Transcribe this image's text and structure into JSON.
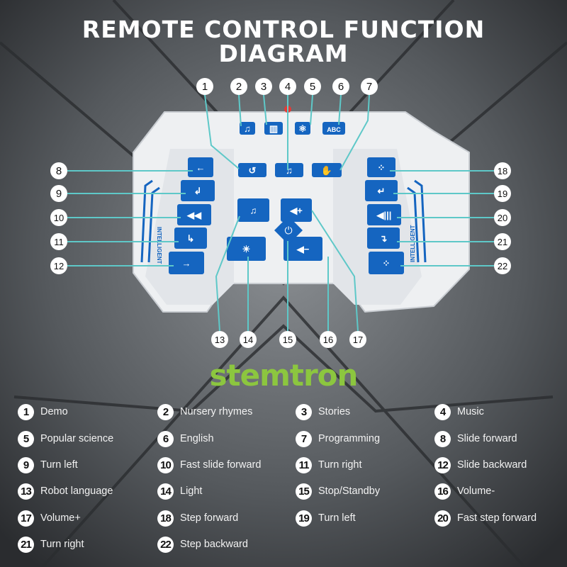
{
  "title": {
    "line1": "REMOTE CONTROL FUNCTION",
    "line2": "DIAGRAM"
  },
  "logo": "stemtron",
  "colors": {
    "button": "#1565c0",
    "callout": "#5ec8c8",
    "logo": "#8cc63f",
    "body": "#f2f3f5"
  },
  "remote": {
    "intelligent_label": "INTELLIGENT",
    "abc_label": "ABC"
  },
  "callouts": [
    "1",
    "2",
    "3",
    "4",
    "5",
    "6",
    "7",
    "8",
    "9",
    "10",
    "11",
    "12",
    "13",
    "14",
    "15",
    "16",
    "17",
    "18",
    "19",
    "20",
    "21",
    "22"
  ],
  "legend": [
    {
      "num": "1",
      "label": "Demo"
    },
    {
      "num": "2",
      "label": "Nursery rhymes"
    },
    {
      "num": "3",
      "label": "Stories"
    },
    {
      "num": "4",
      "label": "Music"
    },
    {
      "num": "5",
      "label": "Popular science"
    },
    {
      "num": "6",
      "label": "English"
    },
    {
      "num": "7",
      "label": "Programming"
    },
    {
      "num": "8",
      "label": "Slide forward"
    },
    {
      "num": "9",
      "label": "Turn left"
    },
    {
      "num": "10",
      "label": "Fast slide forward"
    },
    {
      "num": "11",
      "label": "Turn right"
    },
    {
      "num": "12",
      "label": "Slide backward"
    },
    {
      "num": "13",
      "label": "Robot language"
    },
    {
      "num": "14",
      "label": "Light"
    },
    {
      "num": "15",
      "label": "Stop/Standby"
    },
    {
      "num": "16",
      "label": "Volume-"
    },
    {
      "num": "17",
      "label": "Volume+"
    },
    {
      "num": "18",
      "label": "Step forward"
    },
    {
      "num": "19",
      "label": "Turn left"
    },
    {
      "num": "20",
      "label": "Fast step forward"
    },
    {
      "num": "21",
      "label": "Turn right"
    },
    {
      "num": "22",
      "label": "Step backward"
    }
  ]
}
